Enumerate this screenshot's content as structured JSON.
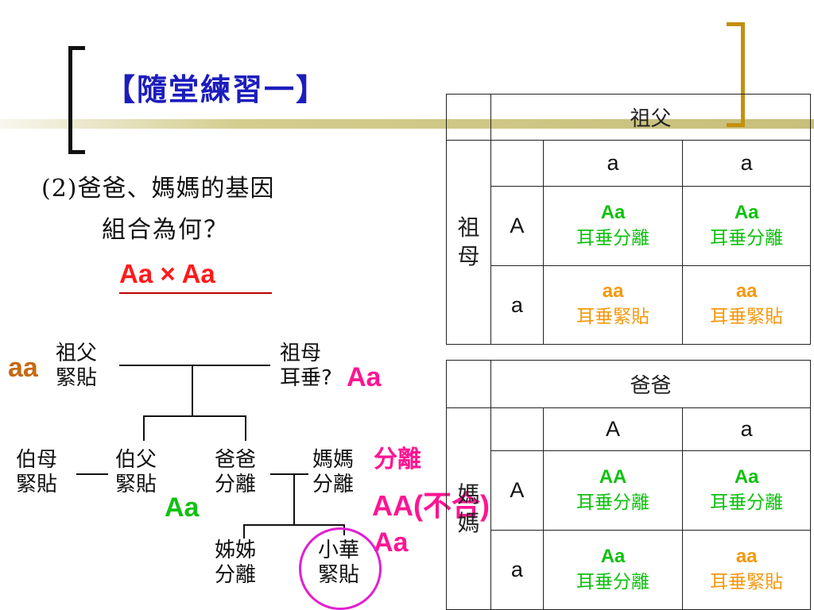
{
  "title": "【隨堂練習一】",
  "question": {
    "line1": "(2)爸爸、媽媽的基因",
    "line2": "組合為何？",
    "answer": "Aa × Aa"
  },
  "pedigree": {
    "grandfather": {
      "name": "祖父",
      "trait": "緊貼",
      "genotype": "aa"
    },
    "grandmother": {
      "name": "祖母",
      "trait": "耳垂?",
      "genotype": "Aa"
    },
    "aunt": {
      "name": "伯母",
      "trait": "緊貼"
    },
    "uncle": {
      "name": "伯父",
      "trait": "緊貼",
      "genotype": "Aa"
    },
    "dad": {
      "name": "爸爸",
      "trait": "分離"
    },
    "mom": {
      "name": "媽媽",
      "trait": "分離"
    },
    "sister": {
      "name": "姊姊",
      "trait": "分離"
    },
    "xiaohua": {
      "name": "小華",
      "trait": "緊貼"
    },
    "annotations": {
      "separate": "分離",
      "aa_wrong": "AA(不合)",
      "aa_right": "Aa"
    }
  },
  "table1": {
    "top_header": "祖父",
    "side_header": "祖母",
    "col_alleles": [
      "a",
      "a"
    ],
    "rows": [
      {
        "allele": "A",
        "cells": [
          {
            "genotype": "Aa",
            "trait": "耳垂分離",
            "color": "#10c010"
          },
          {
            "genotype": "Aa",
            "trait": "耳垂分離",
            "color": "#10c010"
          }
        ]
      },
      {
        "allele": "a",
        "cells": [
          {
            "genotype": "aa",
            "trait": "耳垂緊貼",
            "color": "#f5980e"
          },
          {
            "genotype": "aa",
            "trait": "耳垂緊貼",
            "color": "#f5980e"
          }
        ]
      }
    ]
  },
  "table2": {
    "top_header": "爸爸",
    "side_header": "媽媽",
    "col_alleles": [
      "A",
      "a"
    ],
    "rows": [
      {
        "allele": "A",
        "cells": [
          {
            "genotype": "AA",
            "trait": "耳垂分離",
            "color": "#10c010"
          },
          {
            "genotype": "Aa",
            "trait": "耳垂分離",
            "color": "#10c010"
          }
        ]
      },
      {
        "allele": "a",
        "cells": [
          {
            "genotype": "Aa",
            "trait": "耳垂分離",
            "color": "#10c010"
          },
          {
            "genotype": "aa",
            "trait": "耳垂緊貼",
            "color": "#f5980e"
          }
        ]
      }
    ]
  },
  "colors": {
    "title": "#1d1dbd",
    "answer": "#ff1a1a",
    "dominant": "#10c010",
    "recessive": "#f5980e",
    "grandfather_genotype": "#c46a12",
    "pink": "#ff1493"
  }
}
